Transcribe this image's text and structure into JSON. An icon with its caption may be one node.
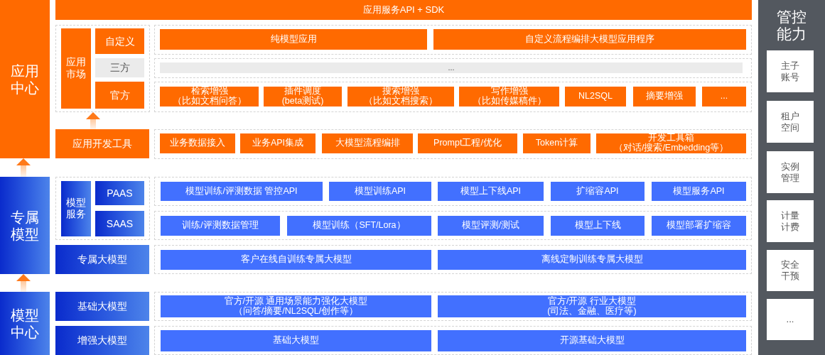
{
  "diagram": {
    "nodes": [
      {
        "text": [
          "应用中心"
        ]
      },
      {
        "text": [
          "应用服务API + SDK"
        ]
      },
      {
        "text": [],
        "shape": "box"
      },
      {
        "text": [
          "应用市场"
        ],
        "in": 2
      },
      {
        "text": [
          "自定义"
        ],
        "in": 2
      },
      {
        "text": [
          "三方"
        ],
        "in": 2
      },
      {
        "text": [
          "官方"
        ],
        "in": 2
      },
      {
        "text": [],
        "shape": "box"
      },
      {
        "text": [
          "纯模型应用"
        ],
        "in": 7
      },
      {
        "text": [
          "自定义流程编排大模型应用程序"
        ],
        "in": 7
      },
      {
        "text": [],
        "shape": "box"
      },
      {
        "text": [
          "..."
        ],
        "in": 10
      },
      {
        "text": [],
        "shape": "box"
      },
      {
        "text": [
          "检索增强",
          "（比如文档问答）"
        ],
        "in": 12
      },
      {
        "text": [
          "插件调度",
          "(beta测试)"
        ],
        "in": 12
      },
      {
        "text": [
          "搜索增强",
          "（比如文档搜索）"
        ],
        "in": 12
      },
      {
        "text": [
          "写作增强",
          "（比如传媒稿件）"
        ],
        "in": 12
      },
      {
        "text": [
          "NL2SQL"
        ],
        "in": 12
      },
      {
        "text": [
          "摘要增强"
        ],
        "in": 12
      },
      {
        "text": [
          "..."
        ],
        "in": 12
      },
      {
        "text": [
          "应用开发工具"
        ]
      },
      {
        "text": [],
        "shape": "box"
      },
      {
        "text": [
          "业务数据接入"
        ],
        "in": 21
      },
      {
        "text": [
          "业务API集成"
        ],
        "in": 21
      },
      {
        "text": [
          "大模型流程编排"
        ],
        "in": 21
      },
      {
        "text": [
          "Prompt工程/优化"
        ],
        "in": 21
      },
      {
        "text": [
          "Token计算"
        ],
        "in": 21
      },
      {
        "text": [
          "开发工具箱",
          "（对话/搜索/Embedding等）"
        ],
        "in": 21
      },
      {
        "text": [
          "专属模型"
        ]
      },
      {
        "text": [],
        "shape": "box"
      },
      {
        "text": [
          "模型服务"
        ],
        "in": 29
      },
      {
        "text": [
          "PAAS"
        ],
        "in": 29
      },
      {
        "text": [
          "SAAS"
        ],
        "in": 29
      },
      {
        "text": [],
        "shape": "box"
      },
      {
        "text": [
          "模型训练/评测数据 管控API"
        ],
        "in": 33
      },
      {
        "text": [
          "模型训练API"
        ],
        "in": 33
      },
      {
        "text": [
          "模型上下线API"
        ],
        "in": 33
      },
      {
        "text": [
          "扩缩容API"
        ],
        "in": 33
      },
      {
        "text": [
          "模型服务API"
        ],
        "in": 33
      },
      {
        "text": [],
        "shape": "box"
      },
      {
        "text": [
          "训练/评测数据管理"
        ],
        "in": 39
      },
      {
        "text": [
          "模型训练（SFT/Lora）"
        ],
        "in": 39
      },
      {
        "text": [
          "模型评测/测试"
        ],
        "in": 39
      },
      {
        "text": [
          "模型上下线"
        ],
        "in": 39
      },
      {
        "text": [
          "模型部署扩缩容"
        ],
        "in": 39
      },
      {
        "text": [
          "专属大模型"
        ]
      },
      {
        "text": [],
        "shape": "box"
      },
      {
        "text": [
          "客户在线自训练专属大模型"
        ],
        "in": 46
      },
      {
        "text": [
          "离线定制训练专属大模型"
        ],
        "in": 46
      },
      {
        "text": [
          "模型中心"
        ]
      },
      {
        "text": [
          "基础大模型"
        ]
      },
      {
        "text": [],
        "shape": "box"
      },
      {
        "text": [
          "官方/开源 通用场景能力强化大模型",
          "（问答/摘要/NL2SQL/创作等）"
        ],
        "in": 51
      },
      {
        "text": [
          "官方/开源 行业大模型",
          "(司法、金融、医疗等)"
        ],
        "in": 51
      },
      {
        "text": [
          "增强大模型"
        ]
      },
      {
        "text": [],
        "shape": "box"
      },
      {
        "text": [
          "基础大模型"
        ],
        "in": 55
      },
      {
        "text": [
          "开源基础大模型"
        ],
        "in": 55
      },
      {
        "text": [
          "管控能力"
        ]
      },
      {
        "text": [
          "主子账号"
        ],
        "in": 58
      },
      {
        "text": [
          "租户空间"
        ],
        "in": 58
      },
      {
        "text": [
          "实例管理"
        ],
        "in": 58
      },
      {
        "text": [
          "计量计费"
        ],
        "in": 58
      },
      {
        "text": [
          "安全干预"
        ],
        "in": 58
      },
      {
        "text": [
          "..."
        ],
        "in": 58
      }
    ],
    "edges": [
      {
        "from": 28,
        "to": 0,
        "arrow": "to"
      },
      {
        "from": 49,
        "to": 28,
        "arrow": "to"
      },
      {
        "from": 20,
        "to": 2,
        "arrow": "to"
      }
    ]
  }
}
